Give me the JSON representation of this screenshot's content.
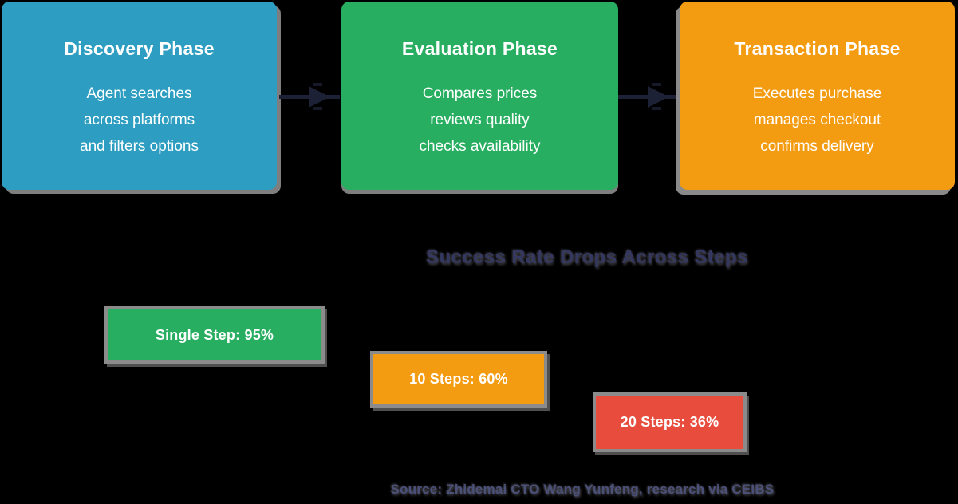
{
  "canvas": {
    "background": "#000000"
  },
  "flow": {
    "phases": [
      {
        "title": "Discovery Phase",
        "lines": [
          "Agent searches",
          "across platforms",
          "and filters options"
        ],
        "color": "#2D9EC1"
      },
      {
        "title": "Evaluation Phase",
        "lines": [
          "Compares prices",
          "reviews quality",
          "checks availability"
        ],
        "color": "#27AE60"
      },
      {
        "title": "Transaction Phase",
        "lines": [
          "Executes purchase",
          "manages checkout",
          "confirms delivery"
        ],
        "color": "#F39C12"
      }
    ],
    "arrow_color": "#1D2136"
  },
  "chart": {
    "title": "Success Rate Drops Across Steps",
    "source": "Source: Zhidemai CTO Wang Yunfeng, research via CEIBS",
    "bars": [
      {
        "label": "Single Step: 95%",
        "color": "#27AE60"
      },
      {
        "label": "10 Steps: 60%",
        "color": "#F39C12"
      },
      {
        "label": "20 Steps: 36%",
        "color": "#E74C3C"
      }
    ]
  },
  "chart_data": {
    "type": "bar",
    "title": "Success Rate Drops Across Steps",
    "categories": [
      "Single Step",
      "10 Steps",
      "20 Steps"
    ],
    "values": [
      95,
      60,
      36
    ],
    "unit": "%",
    "colors": [
      "#27AE60",
      "#F39C12",
      "#E74C3C"
    ],
    "data_labels": [
      "Single Step: 95%",
      "10 Steps: 60%",
      "20 Steps: 36%"
    ],
    "layout": "descending stepped blocks, left-to-right",
    "grid": false,
    "legend": false,
    "source": "Source: Zhidemai CTO Wang Yunfeng, research via CEIBS"
  }
}
